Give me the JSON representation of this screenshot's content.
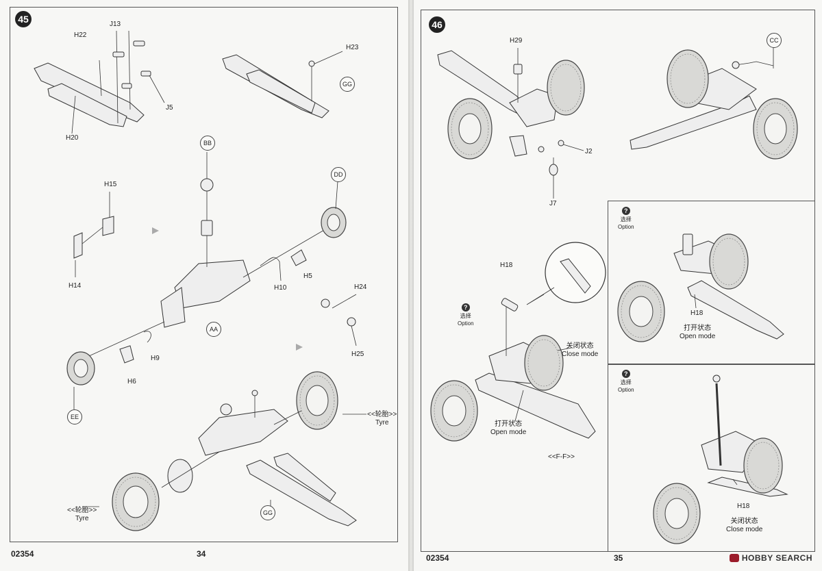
{
  "left_page": {
    "step_number": "45",
    "labels": {
      "J13": "J13",
      "H22": "H22",
      "H23": "H23",
      "GG_top": "GG",
      "H20": "H20",
      "J5": "J5",
      "BB": "BB",
      "DD": "DD",
      "H15": "H15",
      "H14": "H14",
      "H10": "H10",
      "H5": "H5",
      "H24": "H24",
      "AA": "AA",
      "H9": "H9",
      "H6": "H6",
      "H25": "H25",
      "EE": "EE",
      "GG_bottom": "GG",
      "tyre_right_cn": "<<轮胎>>",
      "tyre_right_en": "Tyre",
      "tyre_left_cn": "<<轮胎>>",
      "tyre_left_en": "Tyre"
    },
    "code": "02354",
    "page_number": "34"
  },
  "right_page": {
    "step_number": "46",
    "labels": {
      "H29": "H29",
      "CC": "CC",
      "J2": "J2",
      "J7": "J7",
      "H18_left": "H18",
      "close_cn": "关闭状态",
      "close_en": "Close mode",
      "open_cn": "打开状态",
      "open_en": "Open mode",
      "ff": "<<F-F>>"
    },
    "option_boxes": [
      {
        "q": "?",
        "cn": "选择",
        "en": "Option"
      },
      {
        "q": "?",
        "cn": "选择",
        "en": "Option"
      },
      {
        "q": "?",
        "cn": "选择",
        "en": "Option"
      }
    ],
    "box1": {
      "part": "H18",
      "cn": "打开状态",
      "en": "Open mode"
    },
    "box2": {
      "part": "H18",
      "cn": "关闭状态",
      "en": "Close mode"
    },
    "code": "02354",
    "page_number": "35"
  },
  "watermark": {
    "brand": "HOBBY SEARCH",
    "icon": "hobby-search-logo-icon"
  }
}
